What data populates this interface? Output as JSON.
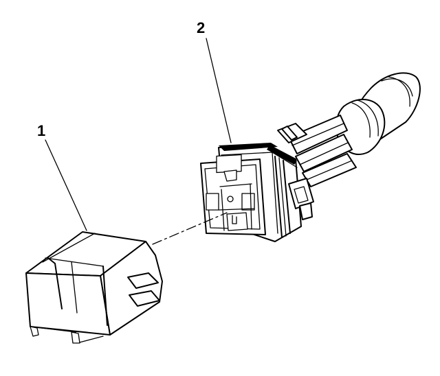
{
  "figure": {
    "callouts": [
      {
        "id": "1",
        "text": "1"
      },
      {
        "id": "2",
        "text": "2"
      }
    ]
  }
}
